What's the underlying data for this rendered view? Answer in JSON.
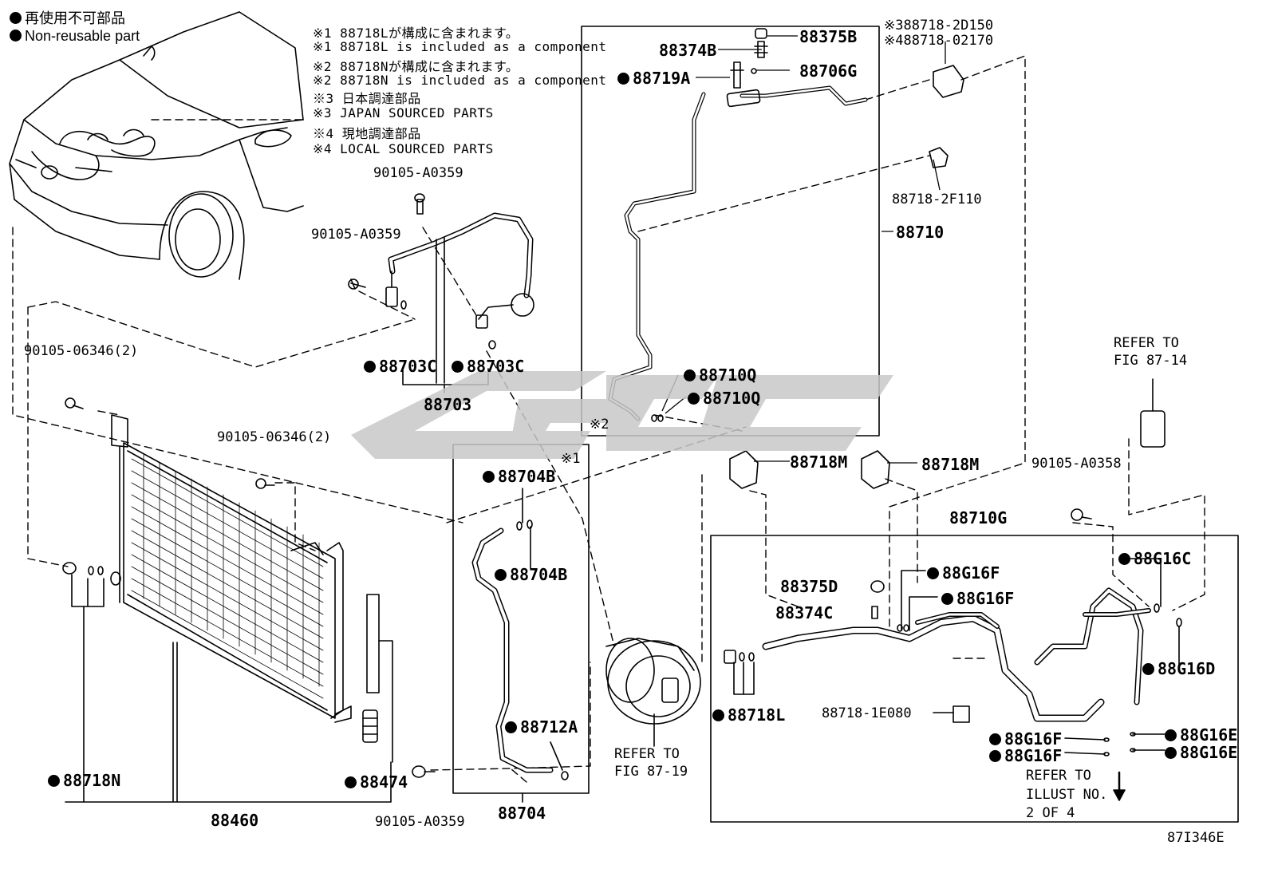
{
  "legend": {
    "jp": "再使用不可部品",
    "en": "Non-reusable part"
  },
  "notes": [
    "※1 88718Lが構成に含まれます。",
    "※1 88718L is included as a component",
    "※2 88718Nが構成に含まれます。",
    "※2 88718N is included as a component",
    "※3 日本調達部品",
    "※3 JAPAN SOURCED PARTS",
    "※4 現地調達部品",
    "※4 LOCAL SOURCED PARTS"
  ],
  "parts": {
    "p88375B": "88375B",
    "p88374B": "88374B",
    "p88719A": "88719A",
    "p88706G": "88706G",
    "p3_88718": "※388718-2D150",
    "p4_88718": "※488718-02170",
    "p88718_2F110": "88718-2F110",
    "p88710": "88710",
    "p88710Q_1": "88710Q",
    "p88710Q_2": "88710Q",
    "mark2": "※2",
    "p90105_A0359_a": "90105-A0359",
    "p90105_A0359_b": "90105-A0359",
    "p88703C_1": "88703C",
    "p88703C_2": "88703C",
    "p88703": "88703",
    "p90105_06346_a": "90105-06346(2)",
    "p90105_06346_b": "90105-06346(2)",
    "mark1": "※1",
    "p88704B_1": "88704B",
    "p88704B_2": "88704B",
    "p88712A": "88712A",
    "p88704": "88704",
    "p88718M_1": "88718M",
    "p88718M_2": "88718M",
    "p88710G": "88710G",
    "p90105_A0358": "90105-A0358",
    "refer_87_14": [
      "REFER TO",
      "FIG 87-14"
    ],
    "p88375D": "88375D",
    "p88374C": "88374C",
    "p88G16F_1": "88G16F",
    "p88G16F_2": "88G16F",
    "p88G16C": "88G16C",
    "p88G16D": "88G16D",
    "p88718L": "88718L",
    "p88718_1E080": "88718-1E080",
    "p88G16F_3": "88G16F",
    "p88G16F_4": "88G16F",
    "p88G16E_1": "88G16E",
    "p88G16E_2": "88G16E",
    "refer_87_19": [
      "REFER TO",
      "FIG 87-19"
    ],
    "refer_illust": [
      "REFER TO",
      "ILLUST NO.",
      "2 OF 4"
    ],
    "p88718N": "88718N",
    "p88460": "88460",
    "p88474": "88474",
    "p90105_A0359_c": "90105-A0359"
  },
  "footer_code": "87I346E",
  "colors": {
    "ink": "#000000",
    "watermark": "#c8c8c8",
    "background": "#ffffff"
  }
}
